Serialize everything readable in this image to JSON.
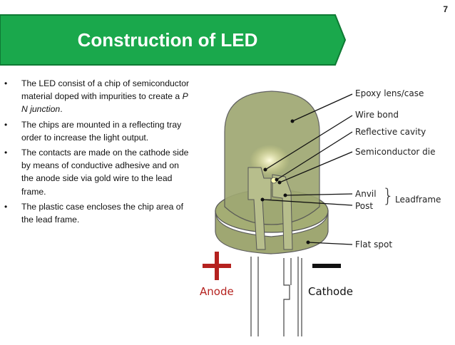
{
  "slide": {
    "number": "7",
    "title": "Construction of LED",
    "bullets": [
      {
        "text": "The LED consist of a chip of semiconductor material doped with impurities to create a ",
        "emphasis": "P N junction",
        "suffix": "."
      },
      {
        "text": "The chips are mounted in a reflecting tray order to increase the light output.",
        "emphasis": "",
        "suffix": ""
      },
      {
        "text": "The contacts are made on the cathode side by means of conductive adhesive and on the anode side via gold wire to the lead frame.",
        "emphasis": "",
        "suffix": ""
      },
      {
        "text": "The plastic case encloses the chip area of the lead frame.",
        "emphasis": "",
        "suffix": ""
      }
    ],
    "bullet_glyph": "•"
  },
  "diagram": {
    "labels": {
      "epoxy": "Epoxy lens/case",
      "wire_bond": "Wire bond",
      "reflective": "Reflective cavity",
      "die": "Semiconductor die",
      "anvil": "Anvil",
      "post": "Post",
      "leadframe": "Leadframe",
      "flat_spot": "Flat spot",
      "brace": "}"
    },
    "anode_symbol": "+",
    "anode_label": "Anode",
    "cathode_symbol": "−",
    "cathode_label": "Cathode"
  },
  "colors": {
    "banner": "#1aa84c",
    "banner_border": "#0f7a34",
    "anode": "#b5221f",
    "cathode": "#111111",
    "led_body": "#9aa36b"
  }
}
